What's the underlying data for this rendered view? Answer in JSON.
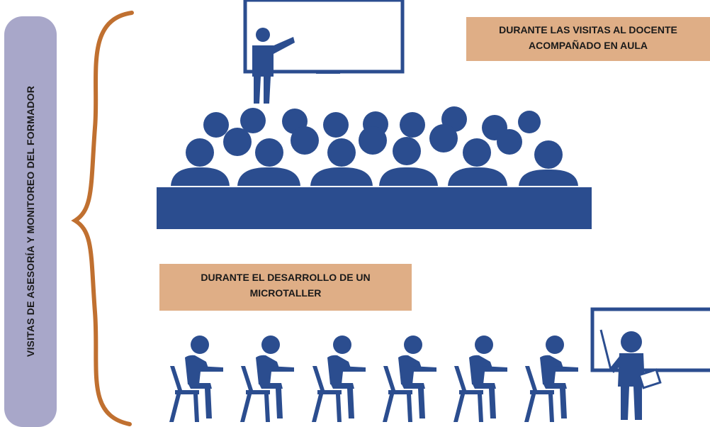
{
  "side_label": "VISITAS DE ASESORÍA Y MONITOREO DEL FORMADOR",
  "top_label": {
    "line1": "DURANTE LAS VISITAS  AL DOCENTE",
    "line2": "ACOMPAÑADO EN AULA"
  },
  "bottom_label": {
    "line1": "DURANTE EL DESARROLLO DE UN",
    "line2": "MICROTALLER"
  },
  "colors": {
    "primary_blue": "#2b4d8f",
    "brace_orange": "#c07030",
    "side_bar": "#a8a7c9",
    "label_fill": "#dfae86"
  }
}
